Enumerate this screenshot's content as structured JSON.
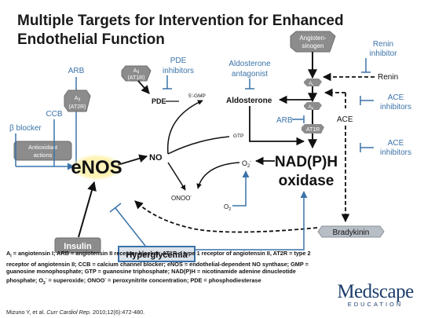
{
  "title": {
    "line1": "Multiple Targets for Intervention for Enhanced",
    "line2": "Endothelial Function"
  },
  "nodes": {
    "angiotensinogen_line1": "Angioten-",
    "angiotensinogen_line2": "sinogen",
    "renin_inhibitor_line1": "Renin",
    "renin_inhibitor_line2": "inhibitor",
    "renin": "Renin",
    "a1": "A",
    "a1_sub": "I",
    "a2": "A",
    "a2_sub": "II",
    "at1r": "AT1R",
    "arb_right": "ARB",
    "aldosterone_antagonist_line1": "Aldosterone",
    "aldosterone_antagonist_line2": "antagonist",
    "aldosterone": "Aldosterone",
    "ace_inhibitors_top_line1": "ACE",
    "ace_inhibitors_top_line2": "inhibitors",
    "ace": "ACE",
    "ace_inhibitors_bottom_line1": "ACE",
    "ace_inhibitors_bottom_line2": "inhibitors",
    "nadph_line1": "NAD(P)H",
    "nadph_line2": "oxidase",
    "o2_superoxide": "O",
    "o2_superoxide_sub": "2",
    "o2_superoxide_sup": "-",
    "o2": "O",
    "o2_sub": "2",
    "onoo": "ONOO",
    "onoo_sup": "-",
    "bradykinin": "Bradykinin",
    "arb_left": "ARB",
    "a2_at2r_line1": "A",
    "a2_at2r_line1_sub": "II",
    "a2_at2r_line2": "(AT2R)",
    "ccb": "CCB",
    "beta_blocker": "β blocker",
    "antioxidant_line1": "Antioxidant",
    "antioxidant_line2": "actions",
    "a2_at1r_line1": "A",
    "a2_at1r_line1_sub": "II",
    "a2_at1r_line2": "(AT1R)",
    "pde_inhibitors_line1": "PDE",
    "pde_inhibitors_line2": "inhibitors",
    "pde": "PDE",
    "gmp": "5'-GMP",
    "gtp": "GTP",
    "no": "NO",
    "enos": "eNOS",
    "insulin": "Insulin",
    "hyperglycemia": "Hyperglycemia"
  },
  "colors": {
    "blue": "#3b73a8",
    "gray_box": "#8c8c8c",
    "enos_glow": "#fff2b0",
    "brand": "#1d3e6c"
  },
  "footnote": {
    "line1": "A",
    "line1_sub": "I",
    "line1_rest": " = angiotensin I; ARB = angiotensin II receptor blocker; AT1R = type 1 receptor of angiotensin II, AT2R = type 2",
    "line2": "receptor of angiotensin II; CCB = calcium channel blocker; eNOS = endothelial-dependent NO synthase; GMP =",
    "line3": "guanosine monophosphate; GTP = guanosine triphosphate; NAD(P)H = nicotinamide adenine dinucleotide",
    "line4": "phosphate; O",
    "line4_sub": "2",
    "line4_sup": "-",
    "line4_rest": " = superoxide; ONOO",
    "line4_sup2": "-",
    "line4_end": " = peroxynitrite concentration; PDE = phosphodiesterase"
  },
  "citation": {
    "authors": "Mizuno Y, et al. ",
    "journal": "Curr Cardiol Rep.",
    "details": " 2010;12(6):472-480."
  },
  "brand": {
    "name": "Medscape",
    "sub": "EDUCATION"
  }
}
